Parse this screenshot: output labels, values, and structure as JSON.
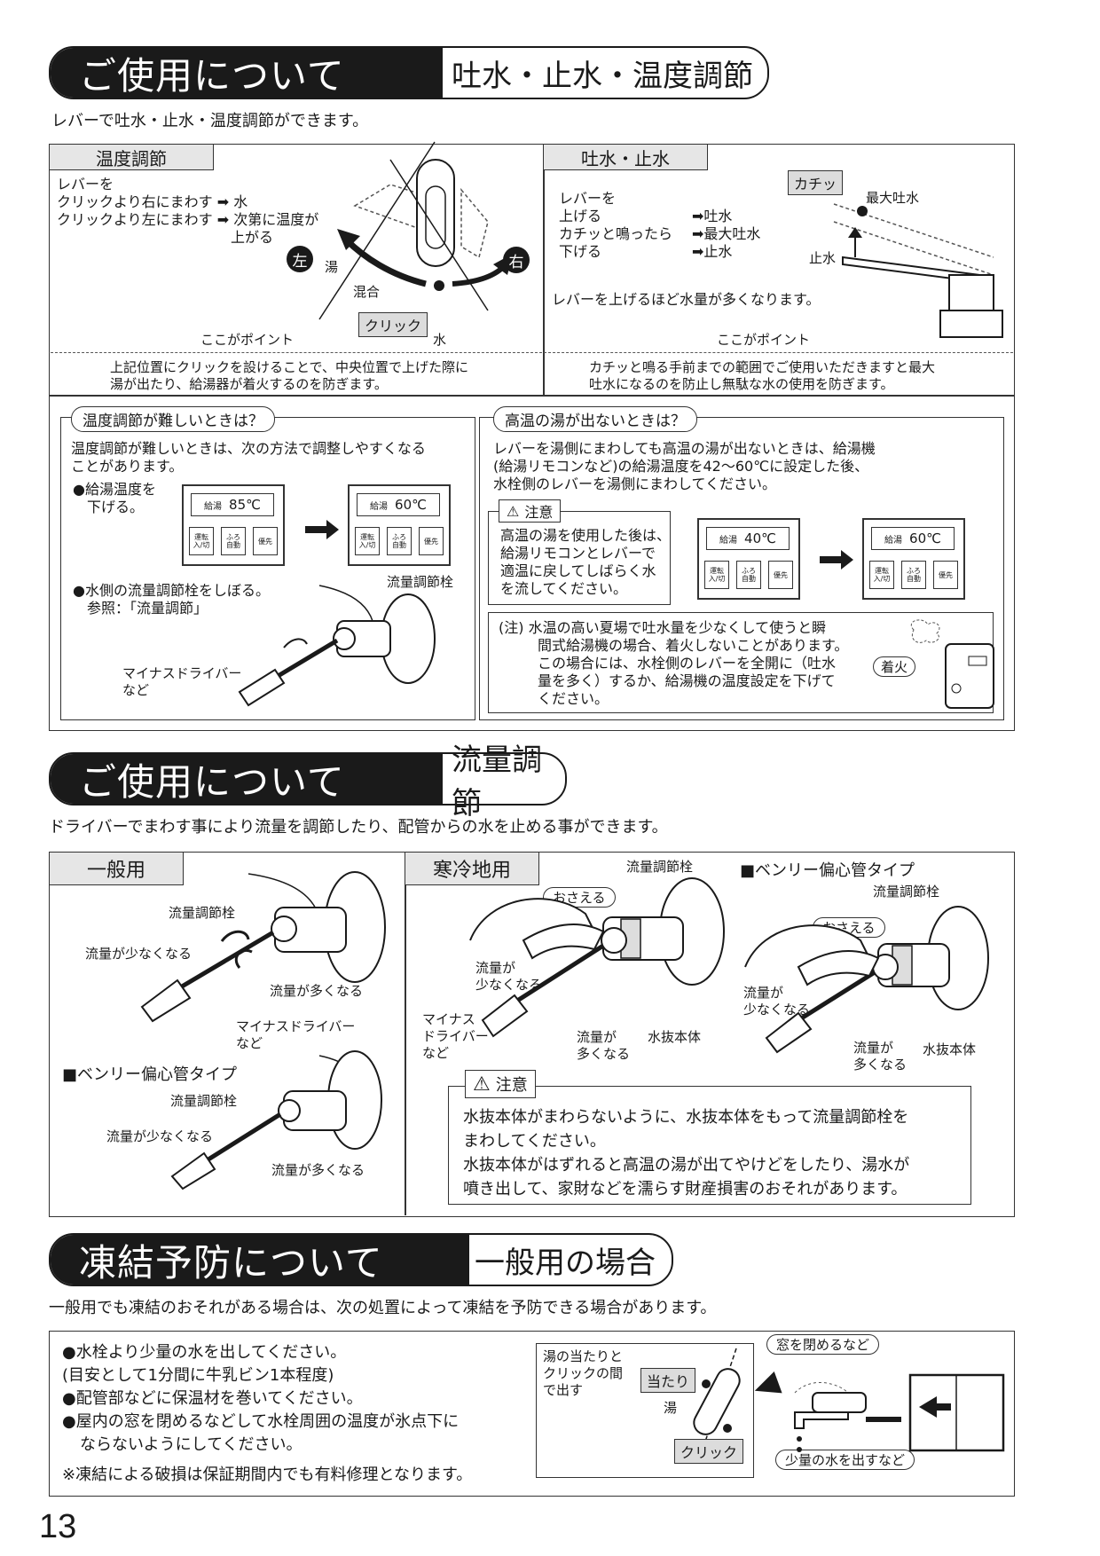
{
  "sec1": {
    "pill": "ご使用について",
    "sub": "吐水・止水・温度調節",
    "lead": "レバーで吐水・止水・温度調節ができます。",
    "temp": {
      "tab": "温度調節",
      "l1": "レバーを",
      "l2": "クリックより右にまわす",
      "l2r": "水",
      "l3": "クリックより左にまわす",
      "l3r": "次第に温度が",
      "l3r2": "上がる",
      "left": "左",
      "right": "右",
      "hot": "湯",
      "mix": "混合",
      "click": "クリック",
      "water": "水",
      "point": "ここがポイント",
      "note1": "上記位置にクリックを設けることで、中央位置で上げた際に",
      "note2": "湯が出たり、給湯器が着火するのを防ぎます。"
    },
    "flow": {
      "tab": "吐水・止水",
      "l1": "レバーを",
      "l2": "上げる",
      "l2r": "吐水",
      "l3": "カチッと鳴ったら",
      "l3r": "最大吐水",
      "l4": "下げる",
      "l4r": "止水",
      "katchi": "カチッ",
      "max": "最大吐水",
      "stop": "止水",
      "more": "レバーを上げるほど水量が多くなります。",
      "point": "ここがポイント",
      "note1": "カチッと鳴る手前までの範囲でご使用いただきますと最大",
      "note2": "吐水になるのを防止し無駄な水の使用を防ぎます。"
    },
    "hard": {
      "title": "温度調節が難しいときは？",
      "p1": "温度調節が難しいときは、次の方法で調整しやすくなる",
      "p2": "ことがあります。",
      "b1": "●給湯温度を",
      "b1b": "下げる。",
      "panelA": "85℃",
      "panelB": "60℃",
      "kyuto": "給湯",
      "btn1": "運転 入/切",
      "btn2": "ふろ 自動",
      "btn3": "優先",
      "b2": "●水側の流量調節栓をしぼる。",
      "ref": "参照：「流量調節」",
      "valve": "流量調節栓",
      "driver": "マイナスドライバー",
      "etc": "など"
    },
    "nohot": {
      "title": "高温の湯が出ないときは？",
      "p1": "レバーを湯側にまわしても高温の湯が出ないときは、給湯機",
      "p2": "(給湯リモコンなど)の給湯温度を42〜60℃に設定した後、",
      "p3": "水栓側のレバーを湯側にまわしてください。",
      "caution": "注意",
      "c1": "高温の湯を使用した後は、",
      "c2": "給湯リモコンとレバーで",
      "c3": "適温に戻してしばらく水",
      "c4": "を流してください。",
      "panelA": "40℃",
      "panelB": "60℃",
      "n1": "(注)",
      "n1b": "水温の高い夏場で吐水量を少なくして使うと瞬",
      "n2": "間式給湯機の場合、着火しないことがあります。",
      "n3": "この場合には、水栓側のレバーを全開に（吐水",
      "n4": "量を多く）するか、給湯機の温度設定を下げて",
      "n5": "ください。",
      "ignite": "着火"
    }
  },
  "sec2": {
    "pill": "ご使用について",
    "sub": "流量調節",
    "lead": "ドライバーでまわす事により流量を調節したり、配管からの水を止める事ができます。",
    "general": {
      "tab": "一般用",
      "valve": "流量調節栓",
      "less": "流量が少なくなる",
      "more": "流量が多くなる",
      "driver": "マイナスドライバー",
      "etc": "など",
      "benri": "■ベンリー偏心管タイプ",
      "valve2": "流量調節栓",
      "less2": "流量が少なくなる",
      "more2": "流量が多くなる"
    },
    "cold": {
      "tab": "寒冷地用",
      "valve": "流量調節栓",
      "hold": "おさえる",
      "less1": "流量が",
      "less2": "少なくなる",
      "driver1": "マイナス",
      "driver2": "ドライバー",
      "driver3": "など",
      "more1": "流量が",
      "more2": "多くなる",
      "body": "水抜本体",
      "benri": "■ベンリー偏心管タイプ",
      "valve2": "流量調節栓",
      "hold2": "おさえる",
      "less3": "流量が",
      "less4": "少なくなる",
      "more3": "流量が",
      "more4": "多くなる",
      "body2": "水抜本体",
      "caution": "注意",
      "w1": "水抜本体がまわらないように、水抜本体をもって流量調節栓を",
      "w2": "まわしてください。",
      "w3": "水抜本体がはずれると高温の湯が出てやけどをしたり、湯水が",
      "w4": "噴き出して、家財などを濡らす財産損害のおそれがあります。"
    }
  },
  "sec3": {
    "pill": "凍結予防について",
    "sub": "一般用の場合",
    "lead": "一般用でも凍結のおそれがある場合は、次の処置によって凍結を予防できる場合があります。",
    "b1": "●水栓より少量の水を出してください。",
    "b1b": "(目安として1分間に牛乳ビン1本程度)",
    "b2": "●配管部などに保温材を巻いてください。",
    "b3": "●屋内の窓を閉めるなどして水栓周囲の温度が氷点下に",
    "b3b": "ならないようにしてください。",
    "note": "※凍結による破損は保証期間内でも有料修理となります。",
    "fig1": "湯の当たりと",
    "fig2": "クリックの間",
    "fig3": "で出す",
    "atari": "当たり",
    "hot": "湯",
    "click": "クリック",
    "window": "窓を閉めるなど",
    "water": "少量の水を出すなど"
  },
  "page": "13"
}
